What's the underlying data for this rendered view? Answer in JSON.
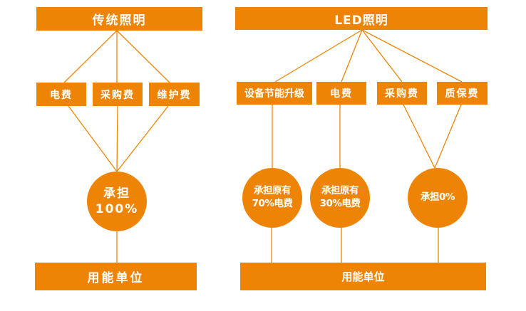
{
  "colors": {
    "accent": "#ee8406",
    "line": "#ee8406",
    "text_on_accent": "#ffffff",
    "background": "#ffffff"
  },
  "traditional": {
    "title": "传统照明",
    "costs": [
      "电费",
      "采购费",
      "维护费"
    ],
    "share": {
      "line1": "承担",
      "line2": "100%"
    },
    "bottom": "用能单位"
  },
  "led": {
    "title": "LED照明",
    "costs": [
      "设备节能升级",
      "电费",
      "采购费",
      "质保费"
    ],
    "shares": [
      {
        "line1": "承担原有",
        "line2": "70%电费"
      },
      {
        "line1": "承担原有",
        "line2": "30%电费"
      },
      {
        "line1": "承担0%",
        "line2": ""
      }
    ],
    "bottom": "用能单位"
  }
}
